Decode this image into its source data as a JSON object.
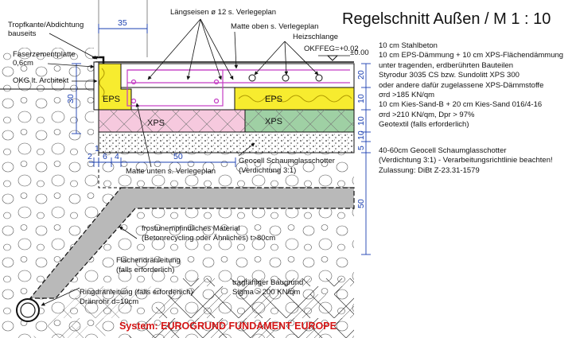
{
  "title": "Regelschnitt Außen / M 1 : 10",
  "system_label": "System: EUROGRUND FUNDAMENT EUROPE",
  "labels": {
    "tropfkante_1": "Tropfkante/Abdichtung",
    "tropfkante_2": "bauseits",
    "laengseisen": "Längseisen ø 12 s. Verlegeplan",
    "matte_oben": "Matte oben s. Verlegeplan",
    "heizschlange": "Heizschlange",
    "okffeg": "OKFFEG=+0.02",
    "level_000": "±0.00",
    "faserzement_1": "Faserzementplatte",
    "faserzement_2": "0,6cm",
    "okg": "OKG lt. Architekt",
    "matte_unten": "Matte unten s. Verlegeplan",
    "geocell_1": "Geocell Schaumglasschotter",
    "geocell_2": "(Verdichtung 3:1)",
    "frost_1": "frostunempfindliches Material",
    "frost_2": "(Betonrecycling oder Ähnliches) t>80cm",
    "flaechen_1": "Flächendränleitung",
    "flaechen_2": "(falls erforderlich)",
    "ring_1": "Ringdränleitung (falls erforderlich)",
    "ring_2": "Dränrohr d=10cm",
    "baugrund_1": "tragfähiger Baugrund",
    "baugrund_2": "Sigma > 200 KN/qm"
  },
  "materials": {
    "eps_left": "EPS",
    "eps_right": "EPS",
    "xps_left": "XPS",
    "xps_right": "XPS"
  },
  "dimensions": {
    "top_35": "35",
    "left_30": "30",
    "b_2": "2",
    "b_1": "1",
    "b_6": "6",
    "b_4": "4",
    "b_50": "50",
    "r_20": "20",
    "r_10a": "10",
    "r_10b": "10",
    "r_10c": "10",
    "r_5": "5",
    "r_50": "50"
  },
  "spec_upper": [
    "10 cm Stahlbeton",
    "10 cm EPS-Dämmung + 10 cm XPS-Flächendämmung",
    "unter tragenden, erdberührten Bauteilen",
    "Styrodur 3035 CS bzw. Sundolitt XPS 300",
    "oder andere dafür zugelassene XPS-Dämmstoffe",
    "σrd >185 KN/qm",
    "10 cm Kies-Sand-B + 20 cm Kies-Sand 016/4-16",
    "σrd >210 KN/qm, Dpr > 97%",
    "Geotextil (falls erforderlich)"
  ],
  "spec_lower": [
    "40-60cm Geocell Schaumglasschotter",
    "(Verdichtung 3:1) - Verarbeitungsrichtlinie beachten!",
    "Zulassung: DiBt Z-23.31-1579"
  ],
  "colors": {
    "eps_yellow": "#f7ec2f",
    "xps_pink": "#f6c9de",
    "xps_green": "#9fd0a4",
    "dimension_blue": "#1a3fb0",
    "rebar_magenta": "#c43cc4",
    "system_red": "#d41414",
    "drain_gray": "#b9b9b9"
  }
}
